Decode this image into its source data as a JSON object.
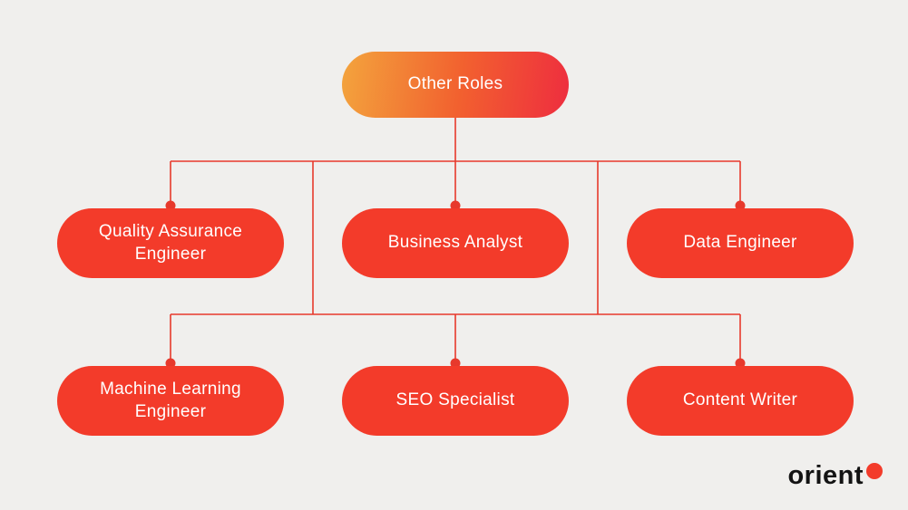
{
  "colors": {
    "background": "#F0EFED",
    "node_fill": "#F33B2A",
    "root_gradient_start": "#F3A43D",
    "root_gradient_end": "#EE2D3F",
    "connector": "#E7392C",
    "node_text": "#FFFFFF",
    "logo_text": "#131313",
    "logo_dot": "#F33B2A"
  },
  "chart": {
    "type": "org-tree",
    "root": {
      "label": "Other Roles"
    },
    "rows": [
      {
        "nodes": [
          {
            "label": "Quality Assurance Engineer"
          },
          {
            "label": "Business Analyst"
          },
          {
            "label": "Data Engineer"
          }
        ]
      },
      {
        "nodes": [
          {
            "label": "Machine Learning Engineer"
          },
          {
            "label": "SEO Specialist"
          },
          {
            "label": "Content Writer"
          }
        ]
      }
    ]
  },
  "brand": {
    "name": "orient"
  }
}
